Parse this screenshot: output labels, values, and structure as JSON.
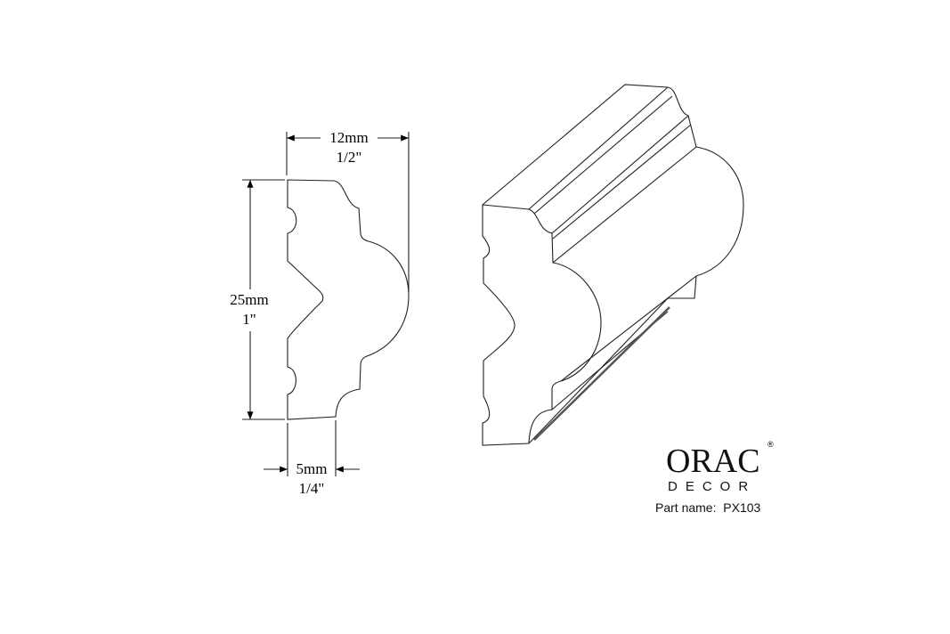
{
  "dimensions": {
    "width_mm": "12mm",
    "width_in": "1/2\"",
    "height_mm": "25mm",
    "height_in": "1\"",
    "depth_mm": "5mm",
    "depth_in": "1/4\""
  },
  "brand": {
    "name": "ORAC",
    "sub": "DECOR",
    "registered": "®"
  },
  "part": {
    "label": "Part name:",
    "value": "PX103"
  }
}
